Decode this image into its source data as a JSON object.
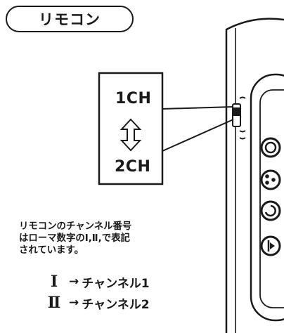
{
  "title": "リモコン",
  "switch_labels": {
    "upper": "1CH",
    "lower": "2CH"
  },
  "description_lines": [
    "リモコンのチャンネル番号",
    "はローマ数字のⅠ,Ⅱ,で表記",
    "されています。"
  ],
  "channel_mapping": [
    {
      "numeral": "Ⅰ",
      "arrow": "→",
      "channel": "チャンネル1"
    },
    {
      "numeral": "Ⅱ",
      "arrow": "→",
      "channel": "チャンネル2"
    }
  ]
}
